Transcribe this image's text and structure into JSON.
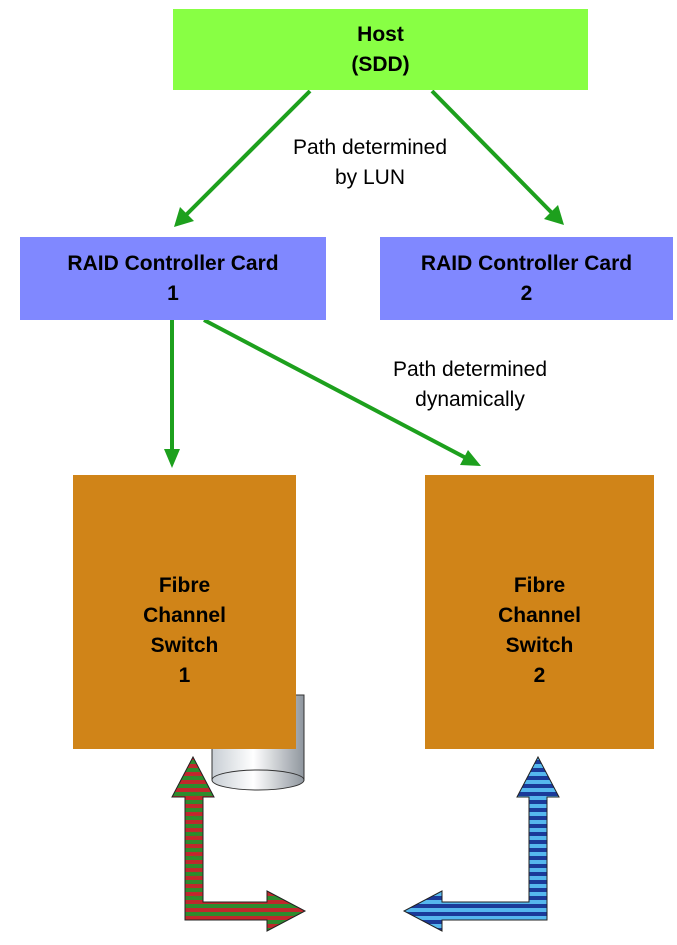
{
  "colors": {
    "host": "#88ff44",
    "raid": "#8088ff",
    "fibre_switch": "#d08418",
    "path_arrow": "#1da01d",
    "link_green": "#2e8b2e",
    "link_red": "#c0282c",
    "link_blue": "#1a3a99",
    "link_cyan": "#55b7ee"
  },
  "host": {
    "line1": "Host",
    "line2": "(SDD)"
  },
  "raid_cards": [
    {
      "line1": "RAID Controller Card",
      "line2": "1"
    },
    {
      "line1": "RAID Controller Card",
      "line2": "2"
    }
  ],
  "switches": [
    {
      "line1": "Fibre",
      "line2": "Channel",
      "line3": "Switch",
      "line4": "1"
    },
    {
      "line1": "Fibre",
      "line2": "Channel",
      "line3": "Switch",
      "line4": "2"
    }
  ],
  "annotations": {
    "lun": {
      "line1": "Path determined",
      "line2": "by LUN"
    },
    "dynamic": {
      "line1": "Path determined",
      "line2": "dynamically"
    }
  },
  "icons": [
    "disk-cylinder-icon",
    "striped-link-arrow-icon"
  ]
}
